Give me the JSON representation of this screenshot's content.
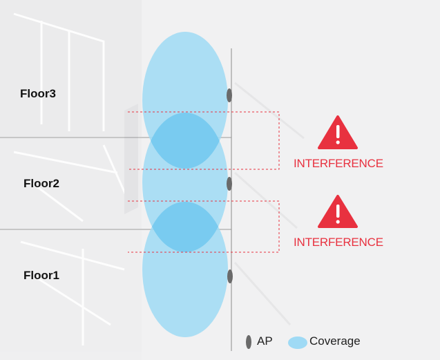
{
  "floors": [
    {
      "label": "Floor3"
    },
    {
      "label": "Floor2"
    },
    {
      "label": "Floor1"
    }
  ],
  "interference": [
    {
      "label": "INTERFERENCE"
    },
    {
      "label": "INTERFERENCE"
    }
  ],
  "legend": {
    "ap_label": "AP",
    "coverage_label": "Coverage"
  },
  "colors": {
    "coverage_fill": "#9fdaf5",
    "overlap_fill": "#6cc6ee",
    "ap": "#6a6a6a",
    "warning": "#e8313f",
    "floor_line": "#9a9a9a"
  },
  "icons": {
    "warning": "warning-triangle-icon",
    "ap": "access-point-icon",
    "coverage": "coverage-ellipse-icon"
  }
}
